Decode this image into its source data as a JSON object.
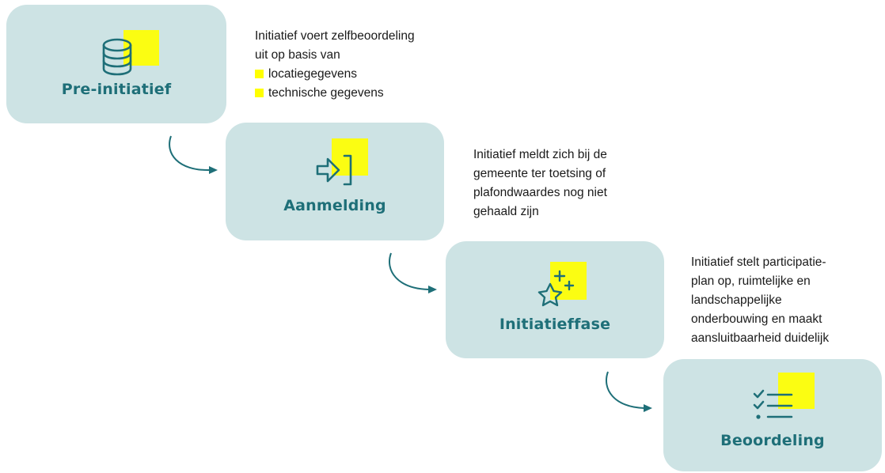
{
  "colors": {
    "box_fill": "#cde3e4",
    "accent_square": "#ffff00",
    "teal": "#1e6f78",
    "text": "#1a1a1a"
  },
  "steps": [
    {
      "title": "Pre-initiatief",
      "icon": "database-icon",
      "description_lines": [
        "Initiatief voert zelfbeoordeling",
        "uit op basis van"
      ],
      "bullets": [
        "locatiegegevens",
        "technische gegevens"
      ]
    },
    {
      "title": "Aanmelding",
      "icon": "sign-in-arrow-icon",
      "description_lines": [
        "Initiatief meldt zich bij de",
        "gemeente ter toetsing of",
        "plafondwaardes nog niet",
        "gehaald zijn"
      ]
    },
    {
      "title": "Initiatieffase",
      "icon": "star-plus-icon",
      "description_lines": [
        "Initiatief stelt participatie-",
        "plan op, ruimtelijke en",
        "landschappelijke",
        "onderbouwing en maakt",
        "aansluitbaarheid duidelijk"
      ]
    },
    {
      "title": "Beoordeling",
      "icon": "checklist-icon"
    }
  ]
}
